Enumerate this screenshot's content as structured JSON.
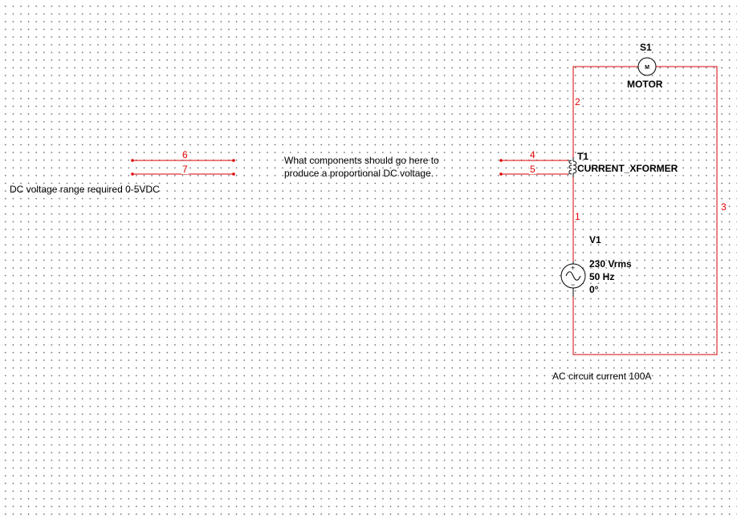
{
  "colors": {
    "wire": "#dd0000",
    "net_label": "#e00000",
    "text": "#000000",
    "component": "#000000",
    "background": "#ffffff",
    "grid_dot": "#6a6a6a"
  },
  "notes": {
    "dc_range": "DC voltage range required 0-5VDC",
    "question_line1": "What components should go here to",
    "question_line2": "produce a proportional DC voltage.",
    "ac_current": "AC circuit current 100A"
  },
  "components": {
    "motor": {
      "ref": "S1",
      "value": "MOTOR",
      "symbol": "M",
      "icon": "motor-icon"
    },
    "transformer": {
      "ref": "T1",
      "value": "CURRENT_XFORMER",
      "icon": "transformer-coil-icon"
    },
    "source": {
      "ref": "V1",
      "voltage": "230 Vrms",
      "frequency": "50 Hz",
      "phase": "0°",
      "plus": "+",
      "minus": "−",
      "icon": "ac-voltage-source-icon"
    }
  },
  "nets": {
    "n1": "1",
    "n2": "2",
    "n3": "3",
    "n4": "4",
    "n5": "5",
    "n6": "6",
    "n7": "7"
  }
}
